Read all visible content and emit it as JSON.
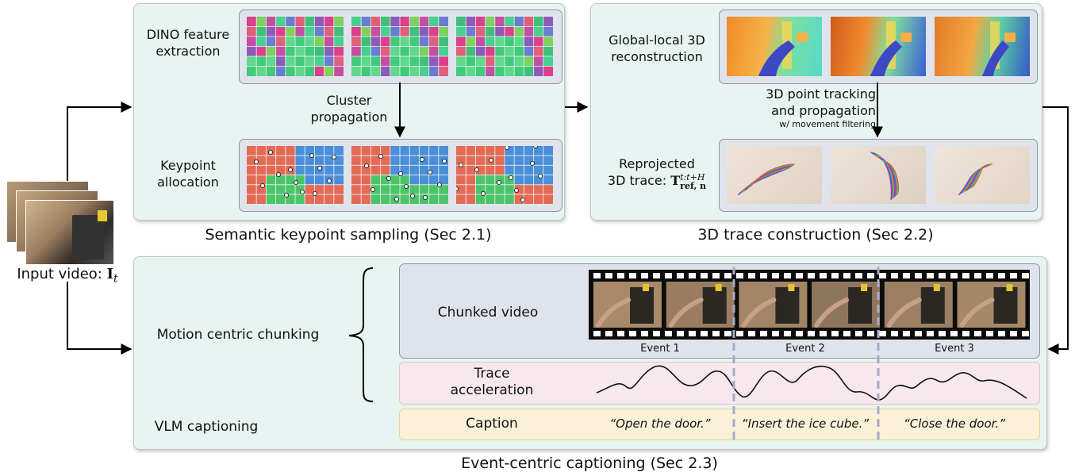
{
  "input": {
    "label": "Input video: ",
    "symbol": "I",
    "subscript": "t"
  },
  "semantic_panel": {
    "title": "Semantic keypoint sampling (Sec 2.1)",
    "dino_label_1": "DINO feature",
    "dino_label_2": "extraction",
    "cluster_label_1": "Cluster",
    "cluster_label_2": "propagation",
    "keypoint_label_1": "Keypoint",
    "keypoint_label_2": "allocation"
  },
  "trace_panel": {
    "title": "3D trace construction (Sec 2.2)",
    "recon_label_1": "Global-local 3D",
    "recon_label_2": "reconstruction",
    "tracking_label_1": "3D point tracking",
    "tracking_label_2": "and propagation",
    "tracking_label_3": "w/ movement filtering",
    "reproj_label_1": "Reprojected",
    "reproj_label_2": "3D trace: ",
    "trace_symbol": "T",
    "trace_sup": "t:t+H",
    "trace_sub": "ref, n"
  },
  "caption_panel": {
    "title": "Event-centric captioning (Sec 2.3)",
    "chunking_label": "Motion centric chunking",
    "vlm_label": "VLM captioning",
    "chunked_label": "Chunked video",
    "trace_acc_1": "Trace",
    "trace_acc_2": "acceleration",
    "caption_label": "Caption",
    "events": [
      "Event 1",
      "Event 2",
      "Event 3"
    ],
    "captions": [
      "“Open the door.”",
      "“Insert the ice cube.”",
      "“Close the door.”"
    ]
  },
  "colors": {
    "panel_bg": "#e8f4f1",
    "inner_bg": "#dfe4ec",
    "trace_strip": "#f6e8ec",
    "caption_strip": "#fbf0d8",
    "dashed_divider": "#a7acc8"
  }
}
